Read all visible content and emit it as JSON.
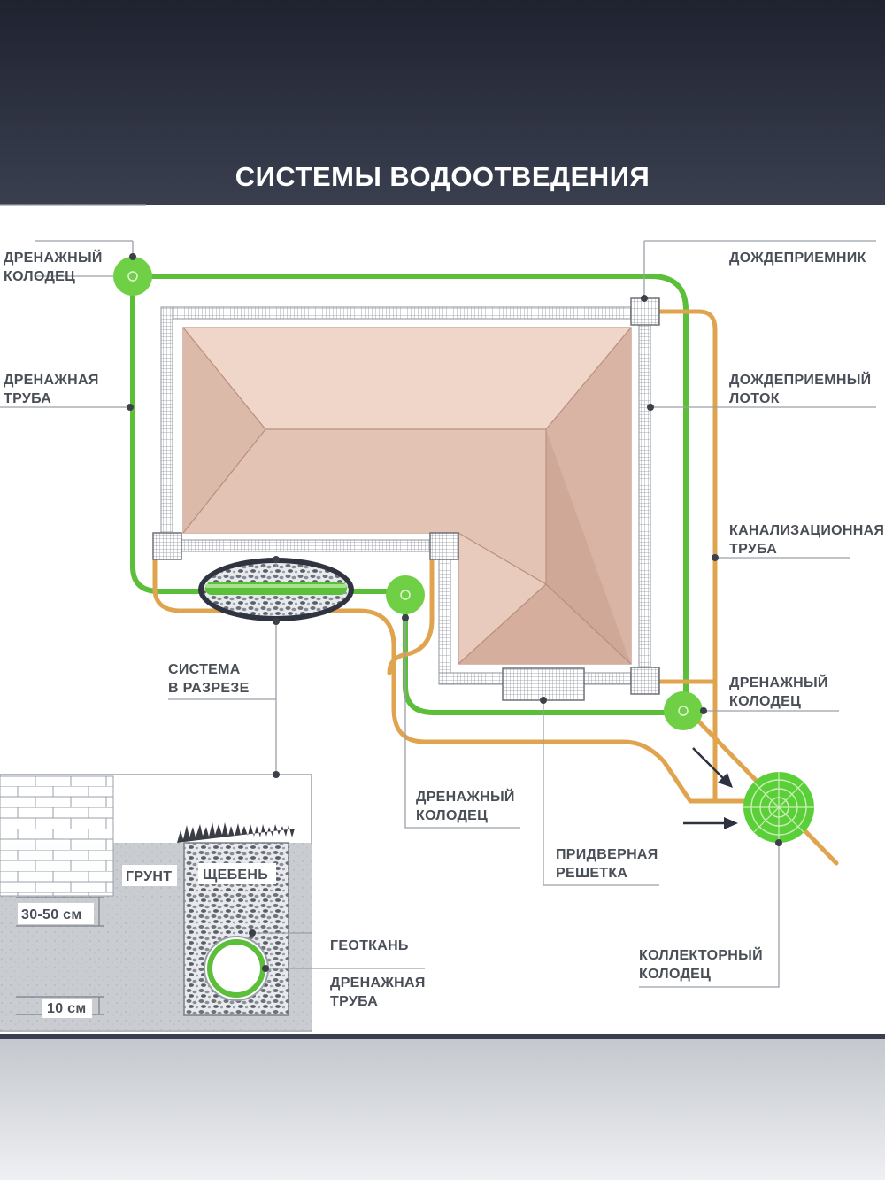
{
  "title": "СИСТЕМЫ ВОДООТВЕДЕНИЯ",
  "labels": {
    "drain_well_top_1": "ДРЕНАЖНЫЙ",
    "drain_well_top_2": "КОЛОДЕЦ",
    "drain_pipe_1": "ДРЕНАЖНАЯ",
    "drain_pipe_2": "ТРУБА",
    "rain_inlet": "ДОЖДЕПРИЕМНИК",
    "rain_tray_1": "ДОЖДЕПРИЕМНЫЙ",
    "rain_tray_2": "ЛОТОК",
    "sewer_pipe_1": "КАНАЛИЗАЦИОННАЯ",
    "sewer_pipe_2": "ТРУБА",
    "section_1": "СИСТЕМА",
    "section_2": "В РАЗРЕЗЕ",
    "drain_well_right_1": "ДРЕНАЖНЫЙ",
    "drain_well_right_2": "КОЛОДЕЦ",
    "drain_well_mid_1": "ДРЕНАЖНЫЙ",
    "drain_well_mid_2": "КОЛОДЕЦ",
    "door_grate_1": "ПРИДВЕРНАЯ",
    "door_grate_2": "РЕШЕТКА",
    "collector_1": "КОЛЛЕКТОРНЫЙ",
    "collector_2": "КОЛОДЕЦ",
    "soil": "ГРУНТ",
    "gravel": "ЩЕБЕНЬ",
    "geotextile": "ГЕОТКАНЬ",
    "section_pipe_1": "ДРЕНАЖНАЯ",
    "section_pipe_2": "ТРУБА",
    "depth": "30-50 см",
    "bed": "10 см"
  },
  "colors": {
    "header": "#2d3140",
    "drain_green": "#5bbf3a",
    "sewer_orange": "#e0a44f",
    "roof_light": "#e8cbbd",
    "roof_dark": "#d9b3a3",
    "label_text": "#4a4f57"
  }
}
